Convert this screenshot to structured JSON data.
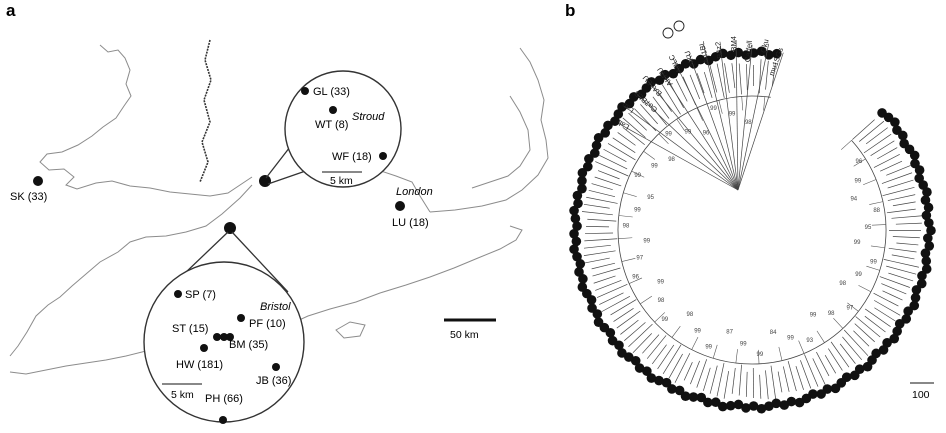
{
  "panel_a": {
    "letter": "a",
    "sites": {
      "sk": "SK (33)",
      "lu": "LU (18)",
      "gl": "GL (33)",
      "wt": "WT (8)",
      "wf": "WF (18)",
      "sp": "SP (7)",
      "st": "ST (15)",
      "pf": "PF (10)",
      "bm": "BM (35)",
      "hw": "HW (181)",
      "jb": "JB (36)",
      "ph": "PH (66)"
    },
    "cities": {
      "stroud": "Stroud",
      "london": "London",
      "bristol": "Bristol"
    },
    "scales": {
      "main": "50 km",
      "inset_top": "5 km",
      "inset_bottom": "5 km"
    }
  },
  "panel_b": {
    "letter": "b",
    "scale_label": "100",
    "references": [
      "Lab",
      "Lab",
      "Co7BLB",
      "BALEU",
      "AKRU",
      "ABLC",
      "NKU",
      "Au1BL",
      "B4z2",
      "BM4",
      "Carfell",
      "Oku",
      "mu1SGs"
    ],
    "bootstrap": [
      "96",
      "99",
      "94",
      "88",
      "95",
      "99",
      "99",
      "99",
      "98",
      "97",
      "98",
      "99",
      "93",
      "99",
      "84",
      "99",
      "99",
      "87",
      "99",
      "99",
      "98",
      "99",
      "98",
      "99",
      "96",
      "97",
      "99",
      "98",
      "99",
      "95",
      "99",
      "99",
      "98",
      "99",
      "99",
      "96",
      "99",
      "99",
      "98"
    ]
  }
}
